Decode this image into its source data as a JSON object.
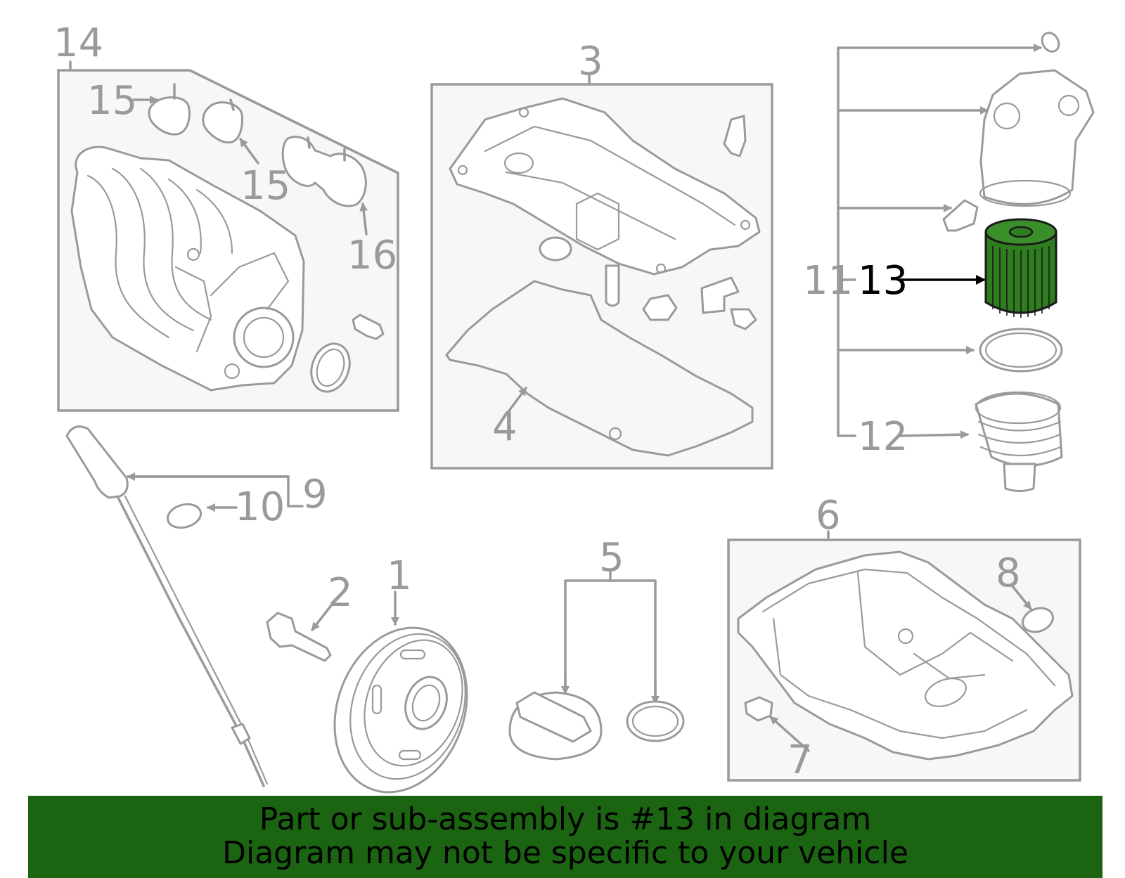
{
  "callouts": {
    "c1": "1",
    "c2": "2",
    "c3": "3",
    "c4": "4",
    "c5": "5",
    "c6": "6",
    "c7": "7",
    "c8": "8",
    "c9": "9",
    "c10": "10",
    "c11": "11",
    "c12": "12",
    "c13": "13",
    "c14": "14",
    "c15a": "15",
    "c15b": "15",
    "c16": "16"
  },
  "highlighted_part": "13",
  "colors": {
    "highlight_part": "#2e7d1f",
    "banner": "#1b6412",
    "line_art": "#9a9a9a"
  },
  "banner": {
    "line1": "Part or sub-assembly is #13 in diagram",
    "line2": "Diagram may not be specific to your vehicle"
  }
}
